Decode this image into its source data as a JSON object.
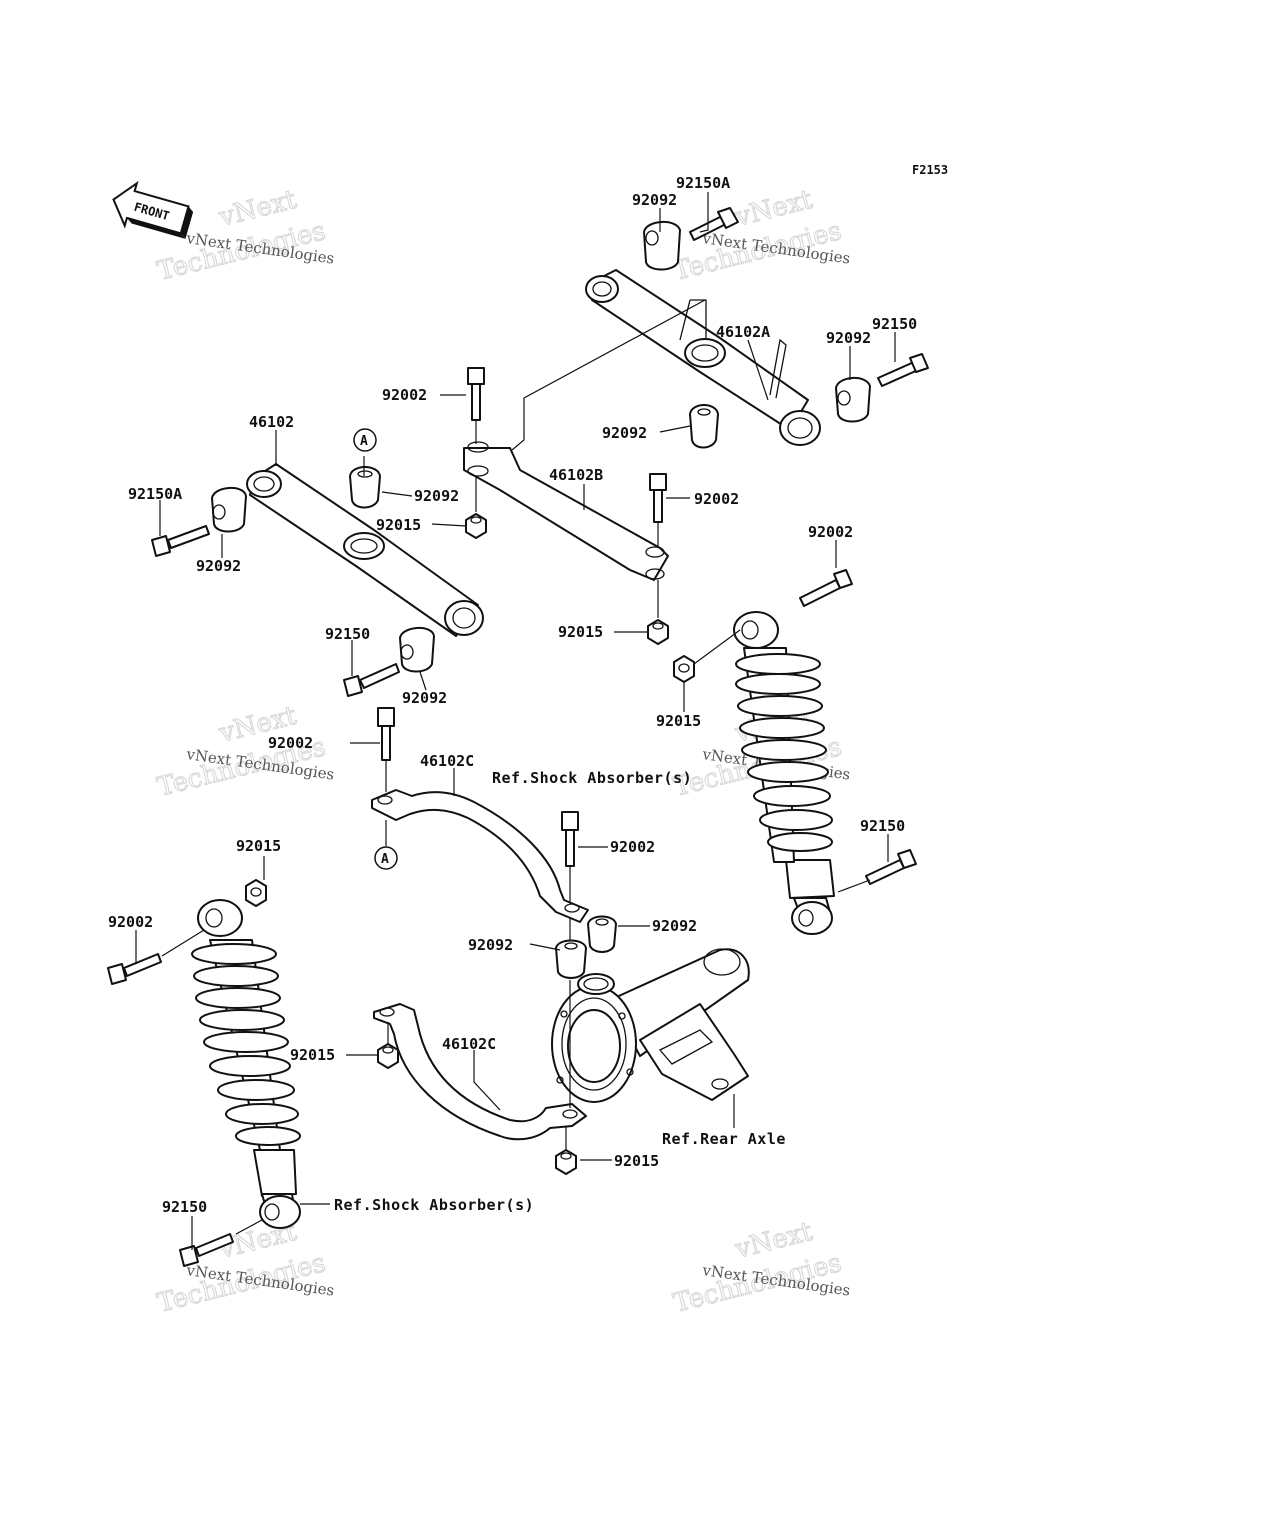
{
  "figure_code": "F2153",
  "front_label": "FRONT",
  "watermark": {
    "line1": "vNext",
    "line2": "Technologies",
    "caption": "vNext Technologies"
  },
  "labels": {
    "p92150A_top": "92150A",
    "p92092_top": "92092",
    "p46102A": "46102A",
    "p92150_topright": "92150",
    "p92092_topright": "92092",
    "p92002_top": "92002",
    "p92092_mid": "92092",
    "p46102": "46102",
    "p46102B": "46102B",
    "p92092_a": "92092",
    "p92002_mid": "92002",
    "p92150A_left": "92150A",
    "p92015_a": "92015",
    "p92092_left": "92092",
    "p92002_right": "92002",
    "p92015_b": "92015",
    "p92150_mid": "92150",
    "p92092_lower": "92092",
    "p92015_right": "92015",
    "p92002_c": "92002",
    "p46102C_upper": "46102C",
    "p92002_d": "92002",
    "p92150_right": "92150",
    "p92015_left": "92015",
    "p92092_e": "92092",
    "p92002_left": "92002",
    "p92092_f": "92092",
    "p46102C_lower": "46102C",
    "p92015_c": "92015",
    "p92015_d": "92015",
    "p92150_left": "92150",
    "ref_shock_upper": "Ref.Shock Absorber(s)",
    "ref_axle": "Ref.Rear Axle",
    "ref_shock_lower": "Ref.Shock Absorber(s)",
    "marker_a": "A"
  }
}
